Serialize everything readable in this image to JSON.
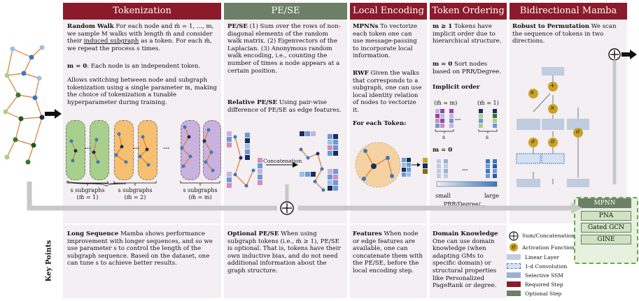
{
  "headers": {
    "tokenization": "Tokenization",
    "pe_se": "PE/SE",
    "local_encoding": "Local Encoding",
    "token_ordering": "Token Ordering",
    "bidirectional_mamba": "Bidirectional Mamba"
  },
  "tokenization": {
    "random_walk_title": "Random Walk",
    "random_walk_text": "For each node and m̂ = 1, ..., m, we sample M walks with length m̂ and consider their",
    "induced_subgraph": "induced subgraph",
    "random_walk_text2": "as a token. For each m̂, we repeat the process s times.",
    "m0_title": "m = 0",
    "m0_text": ": Each node is an independent token.",
    "switch_text": "Allows switching between node and subgraph tokenization using a single parameter m, making the choice of tokenization a tunable hyperparameter during training.",
    "dots": "...",
    "group1_label": "s subgraphs",
    "group1_m": "(m̂ = 1)",
    "group2_label": "s subgraphs",
    "group2_m": "(m̂ = 2)",
    "group3_label": "s subgraphs",
    "group3_m": "(m̂ = m)"
  },
  "pe_se": {
    "title": "PE/SE",
    "items": "(1) Sum over the rows of non-diagonal elements of the random walk matrix. (2) Eigenvectors of the Laplacian. (3) Anonymous random walk encoding, i.e., counting the number of times a node appears at a certain position.",
    "relative_title": "Relative PE/SE",
    "relative_text": "Using pair-wise difference of PE/SE as edge features.",
    "concat_label": "Concatenation"
  },
  "local_encoding": {
    "mpnns_title": "MPNNs",
    "mpnns_text": "To vectorize each token one can use message-passing to incorporate local information.",
    "rwf_title": "RWF",
    "rwf_text": "Given the walks that corresponds to a subgraph, one can use local identity relation of nodes to vectorize it.",
    "for_each_token": "For each Token:"
  },
  "token_ordering": {
    "m1_title": "m ≥ 1",
    "m1_text": "Tokens have implicit order due to hierarchical structure.",
    "m0_title": "m = 0",
    "m0_text": "Sort nodes based on PRR/Degree.",
    "implicit_order": "Implicit order",
    "mhat_m": "(m̂ = m)",
    "mhat_1": "(m̂ = 1)",
    "s_label": "s",
    "dots": "...",
    "m0_label": "m = 0",
    "small": "small",
    "large": "large",
    "axis_label": "PRR/Degree/..."
  },
  "mamba": {
    "robust_title": "Robust to Permutation",
    "robust_text": "We scan the sequence of tokens in two directions.",
    "times": "×",
    "plus": "+",
    "sigma": "σ",
    "mpnn_header": "MPNN",
    "mpnn_items": [
      "PNA",
      "Gated GCN",
      "GINE"
    ]
  },
  "key_points": {
    "label": "Key Points",
    "long_seq_title": "Long Sequence",
    "long_seq_text": "Mamba shows performance improvement with longer sequences, and so we use parameter s to control the length of the subgraph sequence. Based on the dataset, one can tune s to achieve better results.",
    "optional_title": "Optional PE/SE",
    "optional_text": "When using subgraph tokens (i.e., m̂ ≥ 1), PE/SE is optional. That is, tokens have their own inductive bias, and do not need additional information about the graph structure.",
    "features_title": "Features",
    "features_text": "When node or edge features are available, one can concatenate them with the PE/SE, before the local encoding step.",
    "domain_title": "Domain Knowledge",
    "domain_text": "One can use domain knowledge (when adapting GMs to specific domain) or structural properties like Personalized PageRank or degree."
  },
  "legend": {
    "sum_concat": "Sum/Concatenation",
    "activation": "Activation Function",
    "linear": "Linear Layer",
    "conv": "1-d Convolution",
    "ssm": "Selective SSM",
    "required": "Required Step",
    "optional": "Optional Step",
    "sigma": "σ"
  },
  "colors": {
    "required": "#8b1a2b",
    "optional": "#6d7f67",
    "panel_bg": "#f3eff2",
    "node_dark": "#1a2d5a",
    "node_blue": "#3b78c0",
    "edge_orange": "#e07a2a",
    "gold": "#c9a227",
    "pill_green": "#a9cf8c",
    "pill_orange": "#f6c070",
    "pill_purple": "#c9b2de"
  }
}
